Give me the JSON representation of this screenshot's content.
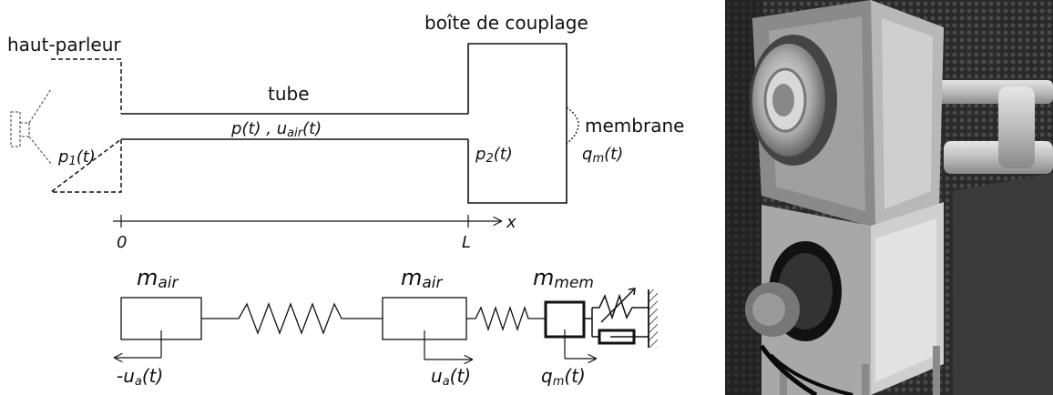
{
  "labels": {
    "loudspeaker": "haut-parleur",
    "tube": "tube",
    "coupling_box": "boîte de couplage",
    "membrane": "membrane",
    "x_axis": "x",
    "origin": "0",
    "length": "L"
  },
  "pressures": {
    "p1_base": "p",
    "p1_sub": "1",
    "p1_tail": "(t)",
    "p2_base": "p",
    "p2_sub": "2",
    "p2_tail": "(t)",
    "tube_p": "p(t) , u",
    "tube_u_sub": "air",
    "tube_u_tail": "(t)",
    "qm_base": "q",
    "qm_sub": "m",
    "qm_tail": "(t)"
  },
  "mechanical_model": {
    "mass1_base": "m",
    "mass1_sub": "air",
    "mass2_base": "m",
    "mass2_sub": "air",
    "mass3_base": "m",
    "mass3_sub": "mem",
    "disp1_base": "-u",
    "disp1_sub": "a",
    "disp1_tail": "(t)",
    "disp2_base": "u",
    "disp2_sub": "a",
    "disp2_tail": "(t)",
    "disp3_base": "q",
    "disp3_sub": "m",
    "disp3_tail": "(t)"
  },
  "photo": {
    "description_icon": "experimental-setup-photo"
  }
}
